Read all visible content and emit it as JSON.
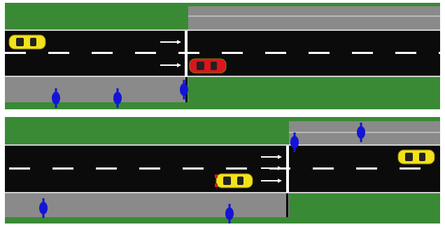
{
  "scenes": [
    {
      "name": "top-scene",
      "crossing_side": "left",
      "cars": [
        {
          "color": "#f2e21a",
          "role": "approaching-car"
        },
        {
          "color": "#d8161c",
          "role": "passing-car"
        }
      ],
      "pedestrian_count": 3
    },
    {
      "name": "bottom-scene",
      "crossing_side": "right",
      "cars": [
        {
          "color": "#f2e21a",
          "role": "braking-car"
        },
        {
          "color": "#f2e21a",
          "role": "oncoming-car"
        }
      ],
      "pedestrian_count": 4
    }
  ],
  "colors": {
    "grass": "#3a8a35",
    "sidewalk": "#8a8a8a",
    "road": "#0b0b0b",
    "lane_marking": "#ffffff",
    "pedestrian": "#1414d6",
    "brake_light": "#d8161c"
  }
}
